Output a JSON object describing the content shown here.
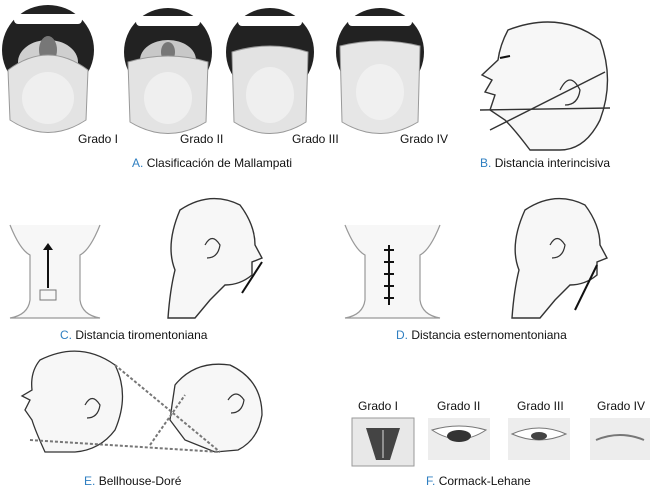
{
  "panels": {
    "mallampati": {
      "letter": "A.",
      "caption": "Clasificación de Mallampati",
      "grades": [
        "Grado I",
        "Grado II",
        "Grado III",
        "Grado IV"
      ]
    },
    "interincisiva": {
      "letter": "B.",
      "caption": "Distancia interincisiva"
    },
    "tiromentoniana": {
      "letter": "C.",
      "caption": "Distancia tiromentoniana"
    },
    "esternomentoniana": {
      "letter": "D.",
      "caption": "Distancia esternomentoniana"
    },
    "bellhouse": {
      "letter": "E.",
      "caption": "Bellhouse-Doré"
    },
    "cormack": {
      "letter": "F.",
      "caption": "Cormack-Lehane",
      "grades": [
        "Grado I",
        "Grado II",
        "Grado III",
        "Grado IV"
      ]
    }
  },
  "colors": {
    "accent": "#2f7fc1",
    "line": "#1a1a1a",
    "skin": "#f4f4f4",
    "shade": "#9a9a9a"
  }
}
